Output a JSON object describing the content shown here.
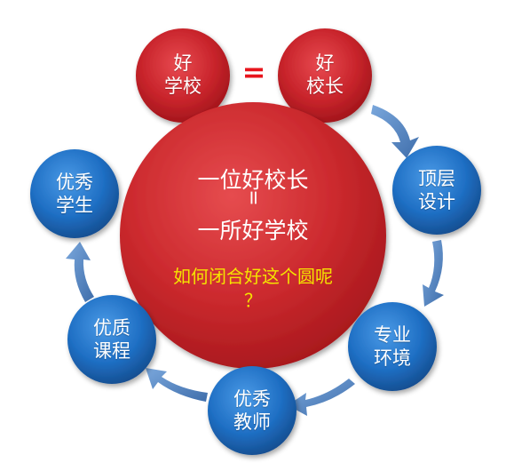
{
  "colors": {
    "red_node": "#c8242b",
    "red_node_light": "#e04046",
    "red_node_dark": "#a4161c",
    "blue_node": "#1f6fc4",
    "blue_node_light": "#3b8ee0",
    "blue_node_dark": "#174f92",
    "arrow": "#5b8fcf",
    "arrow_dark": "#3f6eab",
    "equals": "#e8141c",
    "question_text": "#f5e400",
    "white_text": "#ffffff"
  },
  "top_nodes": {
    "left": {
      "line1": "好",
      "line2": "学校"
    },
    "right": {
      "line1": "好",
      "line2": "校长"
    },
    "equals": "="
  },
  "center": {
    "line1": "一位好校长",
    "equals": "=",
    "line2": "一所好学校",
    "question_line1": "如何闭合好这个圆呢",
    "question_line2": "？"
  },
  "cycle_nodes": [
    {
      "id": "top-design",
      "line1": "顶层",
      "line2": "设计"
    },
    {
      "id": "professional-environment",
      "line1": "专业",
      "line2": "环境"
    },
    {
      "id": "excellent-teachers",
      "line1": "优秀",
      "line2": "教师"
    },
    {
      "id": "quality-courses",
      "line1": "优质",
      "line2": "课程"
    },
    {
      "id": "excellent-students",
      "line1": "优秀",
      "line2": "学生"
    }
  ]
}
